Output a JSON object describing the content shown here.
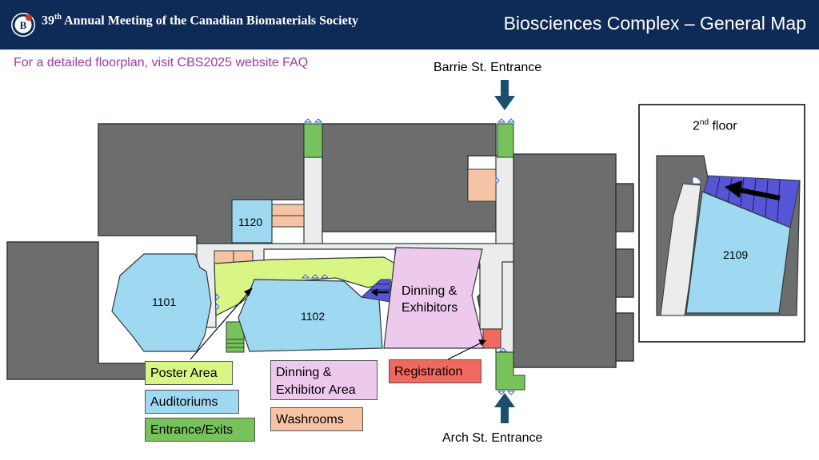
{
  "header": {
    "conference_number": "39",
    "conference_ordinal": "th",
    "conference_rest": " Annual Meeting of the Canadian Biomaterials Society",
    "page_title": "Biosciences Complex – General Map",
    "logo_icon": "cbs-logo-icon"
  },
  "subtitle": "For a detailed floorplan, visit CBS2025 website FAQ",
  "entrances": {
    "barrie": "Barrie St. Entrance",
    "arch": "Arch St. Entrance"
  },
  "rooms": {
    "r1101": "1101",
    "r1102": "1102",
    "r1120": "1120",
    "r2109": "2109",
    "dining_line1": "Dinning &",
    "dining_line2": "Exhibitors"
  },
  "second_floor": {
    "label_main": "2",
    "label_sup": "nd",
    "label_rest": " floor"
  },
  "legend": {
    "poster": "Poster Area",
    "auditoriums": "Auditoriums",
    "entrances": "Entrance/Exits",
    "dining_line1": "Dinning &",
    "dining_line2": "Exhibitor Area",
    "washrooms": "Washrooms",
    "registration": "Registration"
  },
  "colors": {
    "header_bg": "#0e2a56",
    "subtitle": "#9b3aa4",
    "building": "#6d6d6d",
    "corridor": "#ececec",
    "poster_area": "#d9f584",
    "auditorium": "#9fd8f1",
    "entrance": "#78c25b",
    "dining": "#edc9ee",
    "washroom": "#f6c3a4",
    "registration": "#f0695e",
    "stairs": "#5555d6",
    "arrow": "#1b4f6e"
  }
}
